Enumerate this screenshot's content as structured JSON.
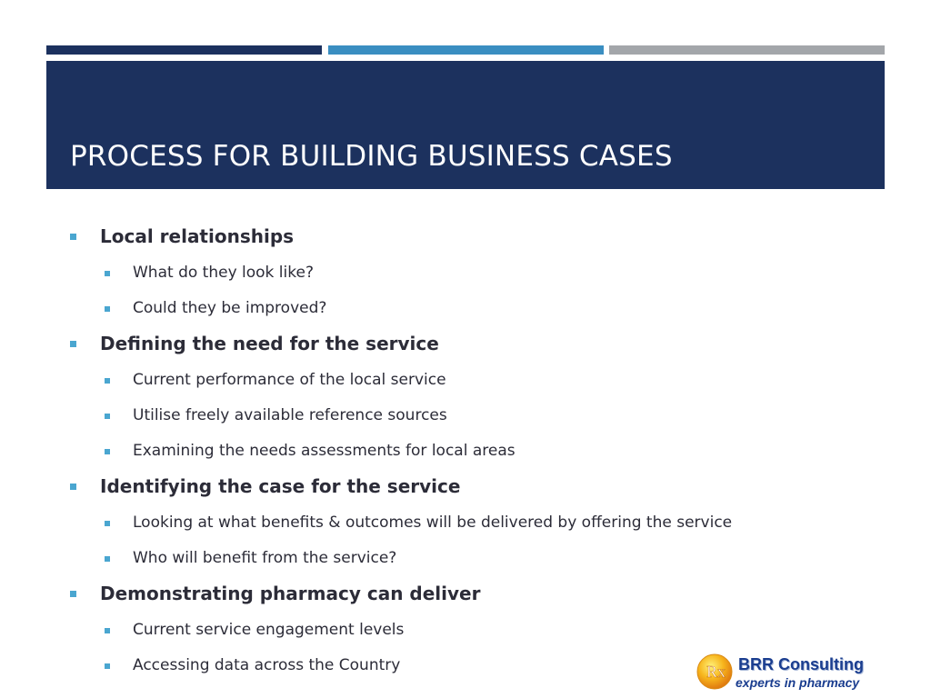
{
  "slide": {
    "title": "PROCESS FOR BUILDING BUSINESS CASES",
    "colors": {
      "title_band": "#1c315e",
      "bar_navy": "#1c315e",
      "bar_blue": "#3a8ec1",
      "bar_gray": "#a3a6aa",
      "bullet": "#4aa6d0",
      "body_text": "#2c2c38"
    }
  },
  "bullets": [
    {
      "text": "Local relationships",
      "children": [
        "What do they look like?",
        "Could they be improved?"
      ]
    },
    {
      "text": "Defining the need for the service",
      "children": [
        "Current performance of the local service",
        "Utilise freely available reference sources",
        "Examining the needs assessments for local areas"
      ]
    },
    {
      "text": "Identifying the case for the service",
      "children": [
        "Looking at what benefits & outcomes will be delivered by offering the service",
        "Who will benefit from the service?"
      ]
    },
    {
      "text": "Demonstrating pharmacy can deliver",
      "children": [
        "Current service engagement levels",
        "Accessing data across the Country"
      ]
    }
  ],
  "logo": {
    "badge_text": "Rx",
    "name": "BRR Consulting",
    "tagline": "experts in pharmacy"
  }
}
